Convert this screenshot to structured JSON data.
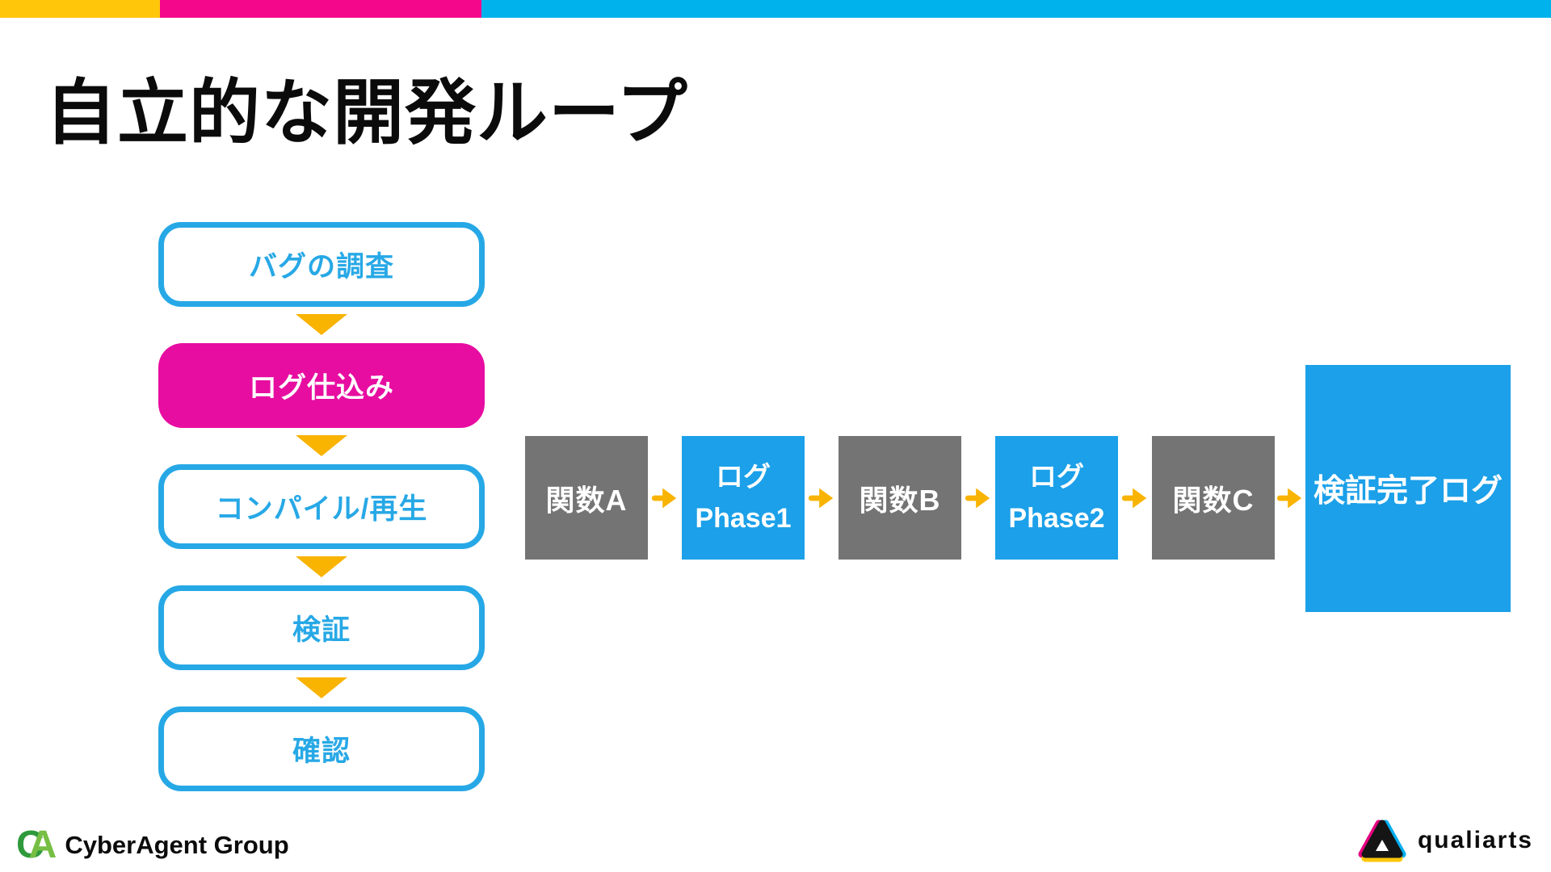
{
  "theme": {
    "bar_yellow": "#FFC60A",
    "bar_magenta": "#F5078C",
    "bar_cyan": "#00B2EC",
    "blue": "#1BA0E9",
    "outline_cyan": "#27A8E6",
    "magenta": "#E70DA1",
    "gray": "#747474",
    "arrow_yellow": "#F9B301",
    "ink": "#0B0B0B",
    "green_light": "#76BE44",
    "green_dark": "#2F9A3C",
    "logo_magenta": "#E4007F",
    "logo_cyan": "#00AEEF",
    "logo_yellow": "#FFC60A"
  },
  "title": "自立的な開発ループ",
  "left_flow": {
    "steps": [
      {
        "label": "バグの調査",
        "style": "outline"
      },
      {
        "label": "ログ仕込み",
        "style": "filled-magenta"
      },
      {
        "label": "コンパイル/再生",
        "style": "outline"
      },
      {
        "label": "検証",
        "style": "outline"
      },
      {
        "label": "確認",
        "style": "outline"
      }
    ]
  },
  "pipeline": {
    "nodes": [
      {
        "label": "関数A",
        "style": "gray"
      },
      {
        "label": "ログ",
        "label2": "Phase1",
        "style": "blue"
      },
      {
        "label": "関数B",
        "style": "gray"
      },
      {
        "label": "ログ",
        "label2": "Phase2",
        "style": "blue"
      },
      {
        "label": "関数C",
        "style": "gray"
      },
      {
        "label": "検証完了ログ",
        "style": "blue-large"
      }
    ]
  },
  "footer": {
    "cyberagent": {
      "mark_c": "C",
      "mark_a": "A",
      "text": "CyberAgent Group"
    },
    "qualiarts": {
      "text": "qualiarts"
    }
  }
}
